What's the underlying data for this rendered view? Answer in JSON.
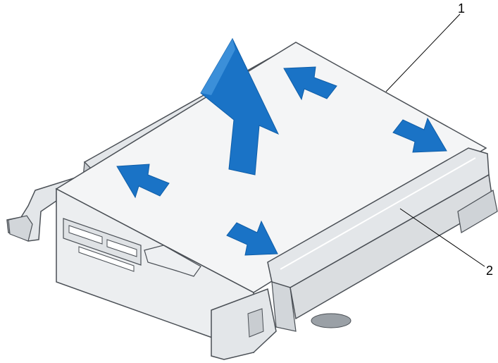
{
  "colors": {
    "arrow": "#1a73c6",
    "arrow_dark": "#0f5ea8",
    "drive_top": "#f4f5f6",
    "drive_edge": "#d9dcdf",
    "carrier": "#e3e6e9",
    "carrier_shadow": "#b9bec3",
    "outline": "#4a4f55",
    "leader": "#000000"
  },
  "callouts": [
    {
      "label": "1",
      "target": "hard-drive"
    },
    {
      "label": "2",
      "target": "drive-carrier-rail"
    }
  ],
  "icons": [
    "lift-up-arrow-icon",
    "push-arrow-icon"
  ]
}
